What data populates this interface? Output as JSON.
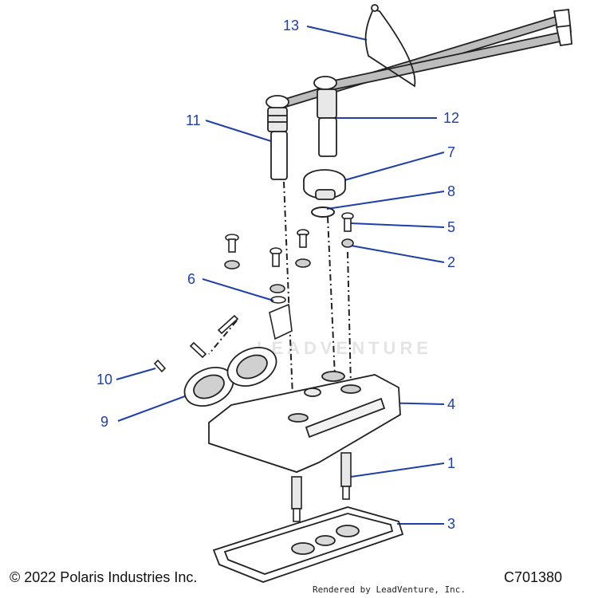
{
  "callouts": [
    {
      "id": "13",
      "label": "13",
      "part": "spark-plug-wire-harness"
    },
    {
      "id": "11",
      "label": "11",
      "part": "ignition-boot-left"
    },
    {
      "id": "12",
      "label": "12",
      "part": "ignition-boot-right"
    },
    {
      "id": "7",
      "label": "7",
      "part": "oil-fill-cap"
    },
    {
      "id": "8",
      "label": "8",
      "part": "cap-o-ring"
    },
    {
      "id": "5",
      "label": "5",
      "part": "cover-bolt"
    },
    {
      "id": "2",
      "label": "2",
      "part": "grommet-washer"
    },
    {
      "id": "6",
      "label": "6",
      "part": "sealing-washer"
    },
    {
      "id": "4",
      "label": "4",
      "part": "valve-cover"
    },
    {
      "id": "10",
      "label": "10",
      "part": "intake-bolt"
    },
    {
      "id": "9",
      "label": "9",
      "part": "intake-boots"
    },
    {
      "id": "1",
      "label": "1",
      "part": "spark-plugs"
    },
    {
      "id": "3",
      "label": "3",
      "part": "valve-cover-gasket"
    }
  ],
  "footer": {
    "copyright": "© 2022 Polaris Industries Inc.",
    "diagram_code": "C701380",
    "render_credit": "Rendered by LeadVenture, Inc."
  },
  "watermark": "LEADVENTURE",
  "colors": {
    "callout": "#1f3fa8",
    "outline": "#222222",
    "part_fill": "#ffffff",
    "shade": "#d9d9d9"
  }
}
